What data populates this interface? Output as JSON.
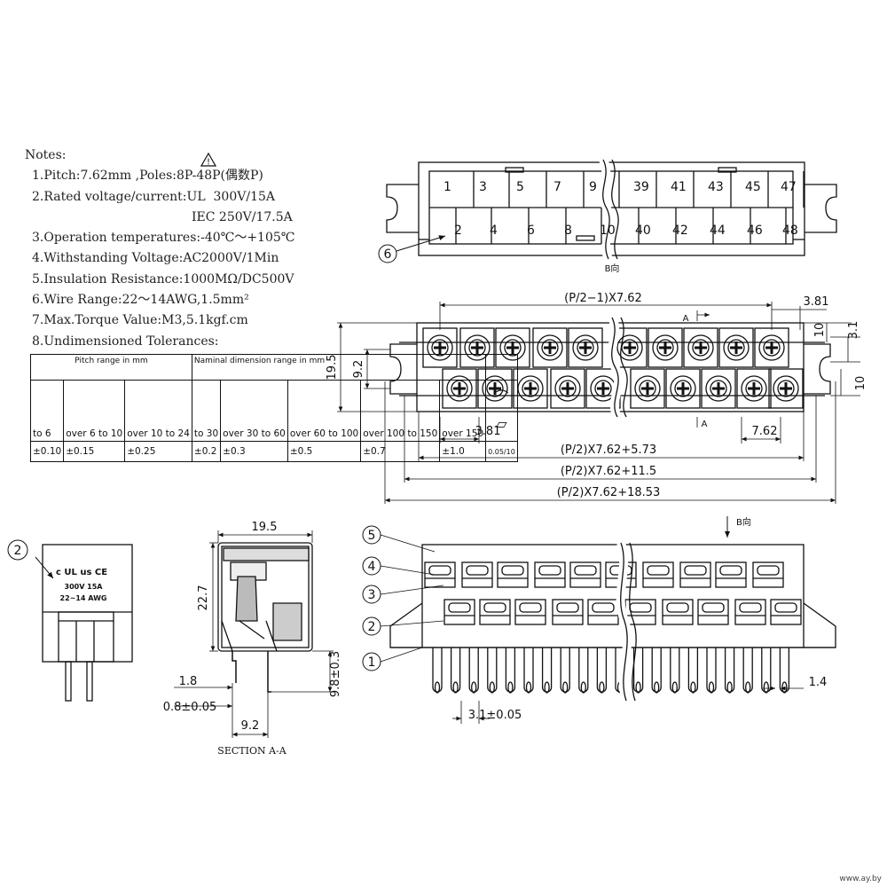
{
  "notes": {
    "heading": "Notes:",
    "lines": [
      "1.Pitch:7.62mm ,Poles:8P-48P(偶数P)",
      "2.Rated voltage/current:UL  300V/15A",
      "IEC 250V/17.5A",
      "3.Operation temperatures:-40℃～+105℃",
      "4.Withstanding Voltage:AC2000V/1Min",
      "5.Insulation Resistance:1000MΩ/DC500V",
      "6.Wire Range:22～14AWG,1.5mm²",
      "7.Max.Torque Value:M3,5.1kgf.cm",
      "8.Undimensioned Tolerances:"
    ],
    "warning_mark": "!"
  },
  "tolerance_table": {
    "pitch_header": "Pitch range in mm",
    "nominal_header": "Naminal dimension range in mm",
    "dash": "—",
    "pitch_ranges": [
      "to 6",
      "over 6 to 10",
      "over 10 to 24"
    ],
    "nominal_ranges": [
      "to 30",
      "over 30 to 60",
      "over 60 to 100",
      "over 100 to 150",
      "over 150"
    ],
    "values": [
      "±0.10",
      "±0.15",
      "±0.25",
      "±0.2",
      "±0.3",
      "±0.5",
      "±0.7",
      "±1.0",
      "0.05/10"
    ],
    "arc_symbol": "⌒",
    "parallel_symbol": "▱"
  },
  "top_view": {
    "top_row": [
      "1",
      "3",
      "5",
      "7",
      "9",
      "39",
      "41",
      "43",
      "45",
      "47"
    ],
    "bottom_row": [
      "2",
      "4",
      "6",
      "8",
      "10",
      "40",
      "42",
      "44",
      "46",
      "48"
    ],
    "callout": "6",
    "view_label": "B向"
  },
  "plan_view": {
    "dim_top": "(P/2−1)X7.62",
    "dim_right_offset": "3.81",
    "dim_left_height": "19.5",
    "dim_left_inner": "9.2",
    "dim_right_10a": "10",
    "dim_right_3_1": "3.1",
    "dim_right_10b": "10",
    "dim_bottom_left": "3.81",
    "dim_bottom_right": "7.62",
    "dim_total_1": "(P/2)X7.62+5.73",
    "dim_total_2": "(P/2)X7.62+11.5",
    "dim_total_3": "(P/2)X7.62+18.53",
    "section_mark": "A"
  },
  "side_label": {
    "cert": "c UL us CE",
    "rating": "300V 15A",
    "awg": "22~14 AWG",
    "callout": "2"
  },
  "section": {
    "width": "19.5",
    "height": "22.7",
    "pin_offset": "1.8",
    "pin_width": "0.8±0.05",
    "pin_spacing": "9.2",
    "pin_length": "9.8±0.3",
    "caption": "SECTION A-A"
  },
  "front_view": {
    "view_label": "B向",
    "callouts": [
      "5",
      "4",
      "3",
      "2",
      "1"
    ],
    "pin_dia": "1.4",
    "pin_pitch": "3.1±0.05"
  },
  "watermark": "www.ay.by"
}
